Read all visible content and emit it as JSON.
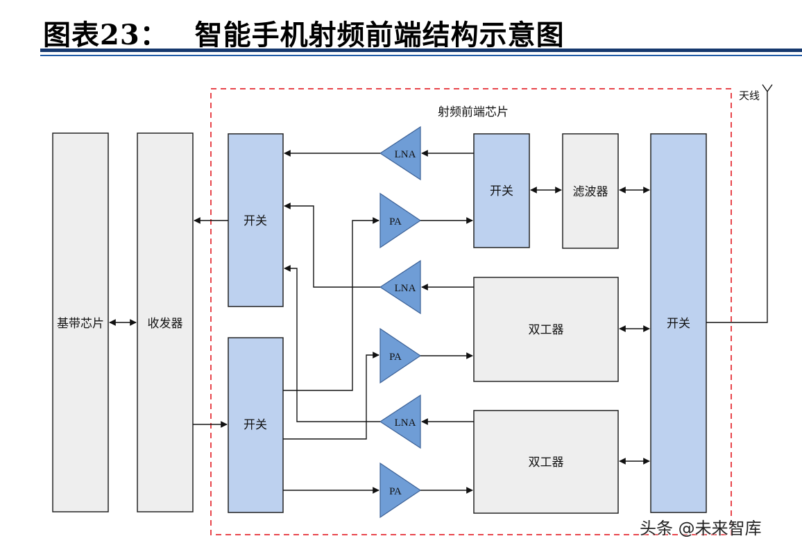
{
  "header": {
    "figure_number": "图表23：",
    "caption": "智能手机射频前端结构示意图"
  },
  "diagram": {
    "chip_region_label": "射频前端芯片",
    "antenna_label": "天线",
    "baseband_label": "基带芯片",
    "transceiver_label": "收发器",
    "switch_label": "开关",
    "filter_label": "滤波器",
    "duplexer_label": "双工器",
    "lna_label": "LNA",
    "pa_label": "PA"
  },
  "colors": {
    "blue_block": "#bdd1ef",
    "grey_block": "#eeeeee",
    "triangle": "#6f9dd6",
    "dashed_border": "#e8444a",
    "header_rule": "#16386e"
  },
  "watermark": "头条 @未来智库"
}
